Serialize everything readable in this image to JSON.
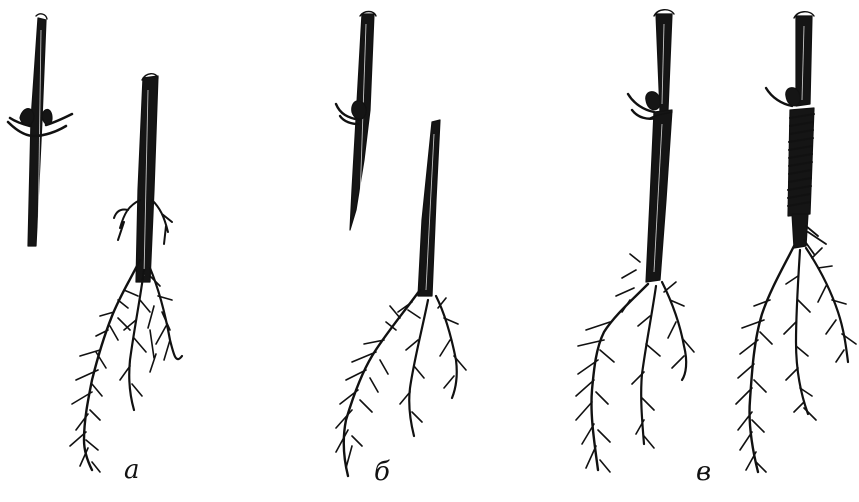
{
  "figure": {
    "panels": [
      {
        "id": "a",
        "label": "а"
      },
      {
        "id": "b",
        "label": "б"
      },
      {
        "id": "v",
        "label": "в"
      }
    ],
    "colors": {
      "ink": "#111111",
      "background": "#ffffff"
    }
  }
}
